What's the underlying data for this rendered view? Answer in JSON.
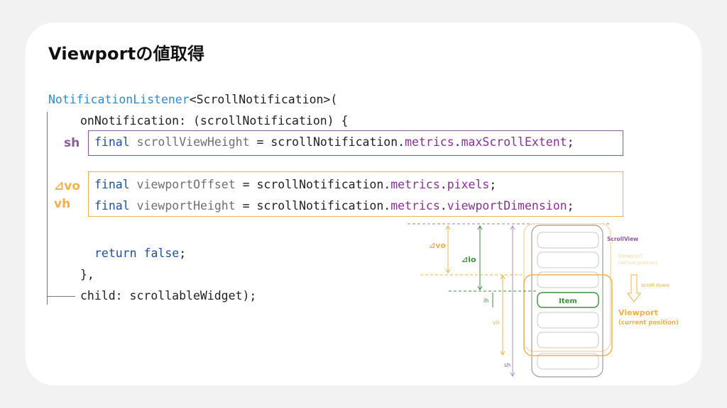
{
  "slide": {
    "title": "Viewportの値取得"
  },
  "code": {
    "line1": {
      "cls": "NotificationListener",
      "rest": "<ScrollNotification>("
    },
    "line2": "onNotification: (scrollNotification) {",
    "line3": {
      "kw": "final",
      "var": " scrollViewHeight",
      "mid": " = scrollNotification.",
      "p1": "metrics",
      "dot": ".",
      "p2": "maxScrollExtent",
      "end": ";"
    },
    "line4": {
      "kw": "final",
      "var": " viewportOffset",
      "mid": " = scrollNotification.",
      "p1": "metrics",
      "dot": ".",
      "p2": "pixels",
      "end": ";"
    },
    "line5": {
      "kw": "final",
      "var": " viewportHeight",
      "mid": " = scrollNotification.",
      "p1": "metrics",
      "dot": ".",
      "p2": "viewportDimension",
      "end": ";"
    },
    "line6": {
      "kw": "return",
      "kw2": " false",
      "end": ";"
    },
    "line7": "},",
    "line8": "child: scrollableWidget);"
  },
  "labels": {
    "sh": "sh",
    "vo": "⊿vo",
    "vh": "vh"
  },
  "diagram": {
    "vo": "⊿vo",
    "io": "⊿io",
    "ih": "ih",
    "vh": "vh",
    "sh": "sh",
    "item": "Item",
    "scrollview": "ScrollView",
    "viewport_default": "Viewport",
    "viewport_default_sub": "(default position)",
    "scroll_down": "scroll down",
    "viewport_current": "Viewport",
    "viewport_current_sub": "(current position)"
  },
  "colors": {
    "purple": "#8a5a9a",
    "orange": "#f0b04a",
    "green": "#3f8f3f",
    "class_blue": "#2f8ad6",
    "keyword_blue": "#1f4fa3"
  }
}
